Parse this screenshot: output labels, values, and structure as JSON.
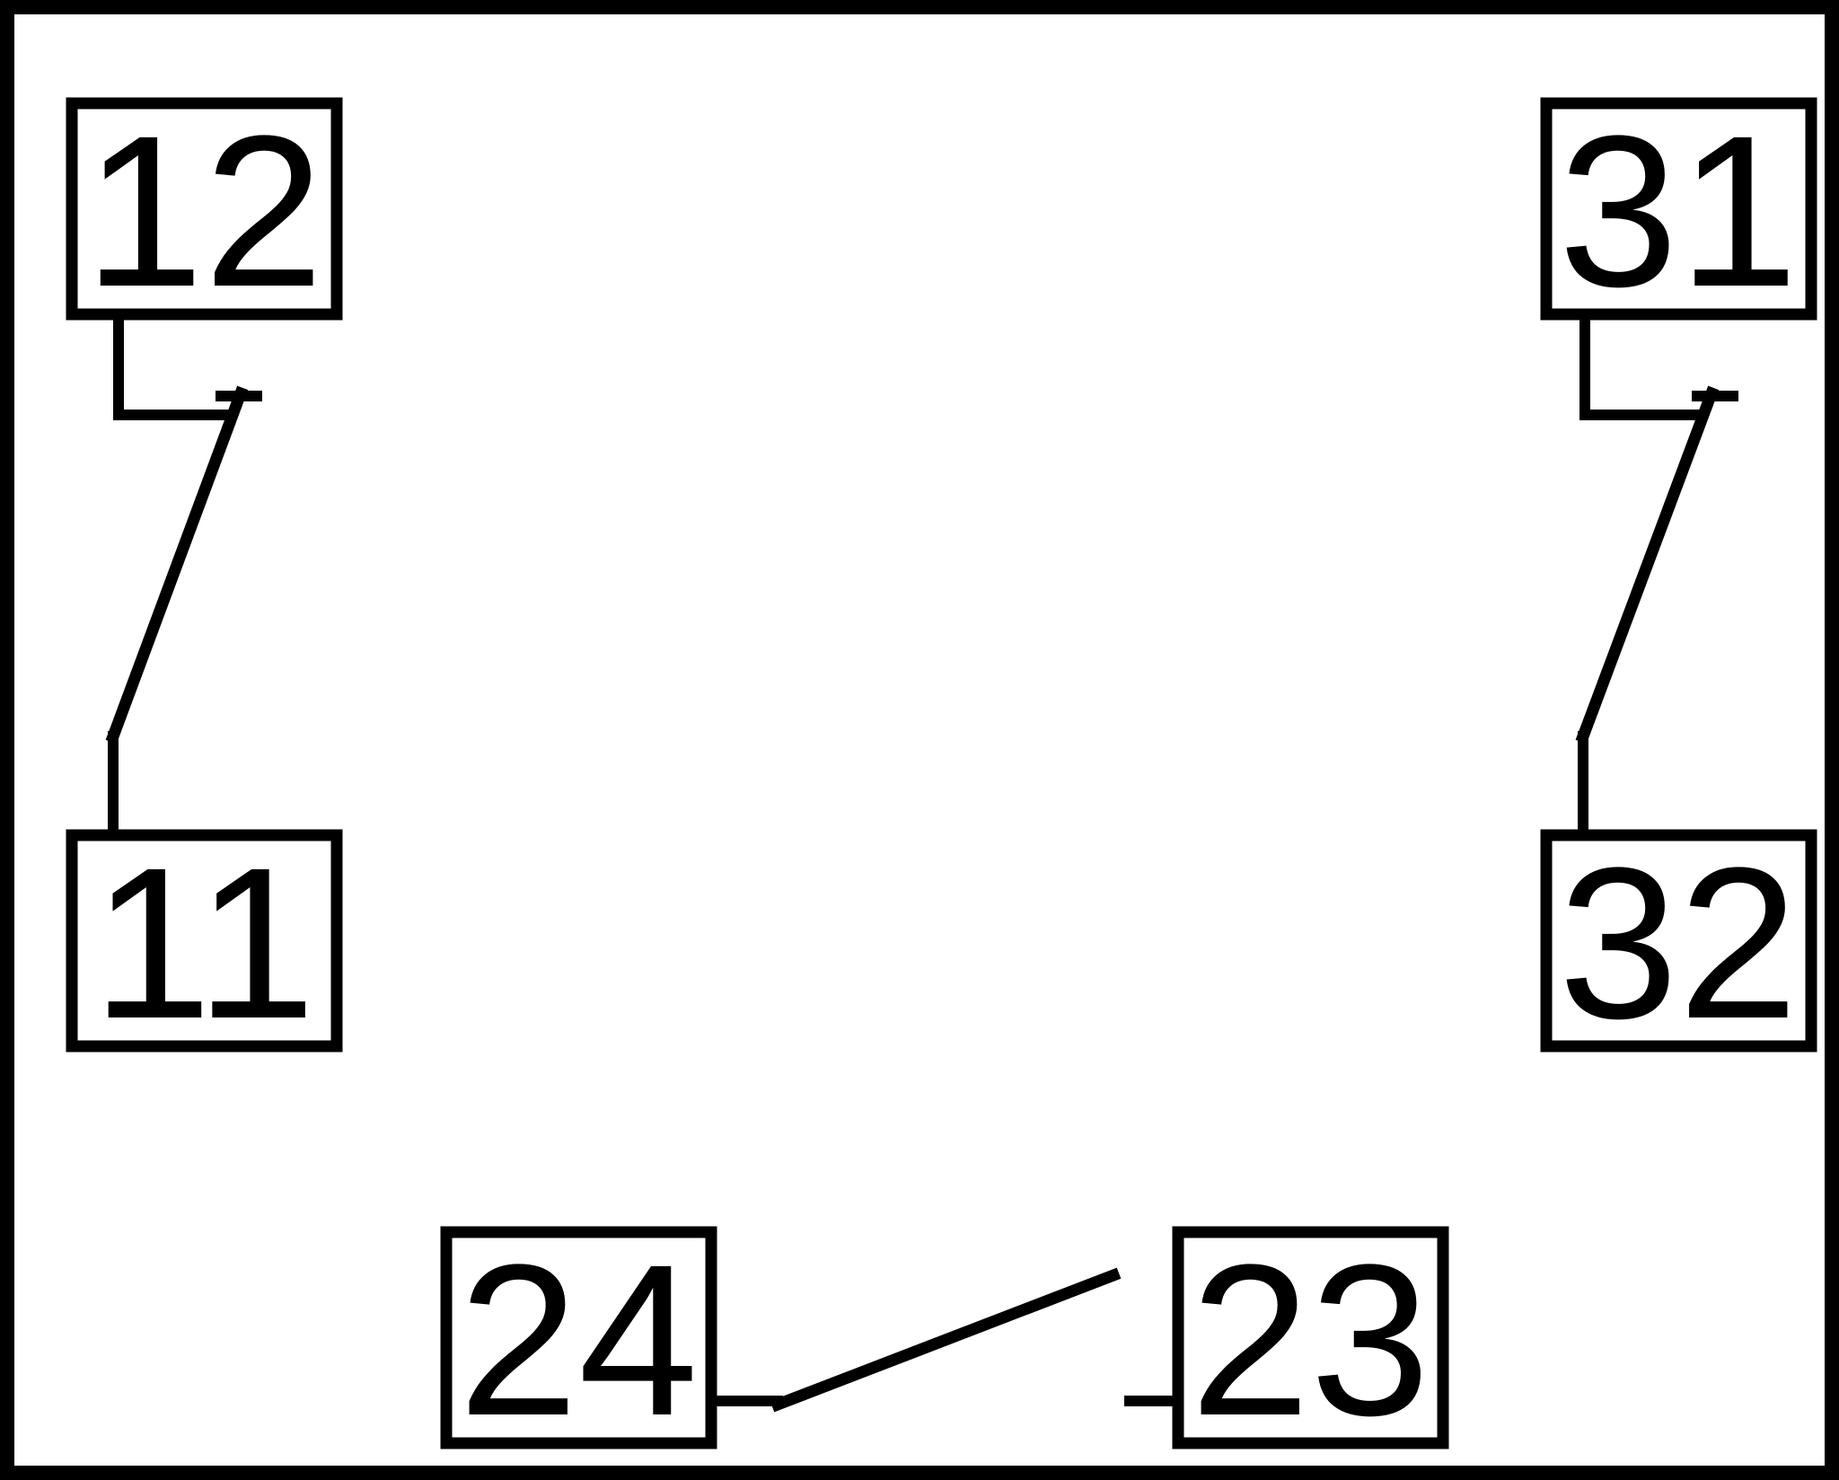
{
  "diagram": {
    "terminals": {
      "t12": {
        "label": "12"
      },
      "t31": {
        "label": "31"
      },
      "t11": {
        "label": "11"
      },
      "t32": {
        "label": "32"
      },
      "t24": {
        "label": "24"
      },
      "t23": {
        "label": "23"
      }
    },
    "colors": {
      "line": "#000000",
      "background": "#ffffff"
    }
  }
}
